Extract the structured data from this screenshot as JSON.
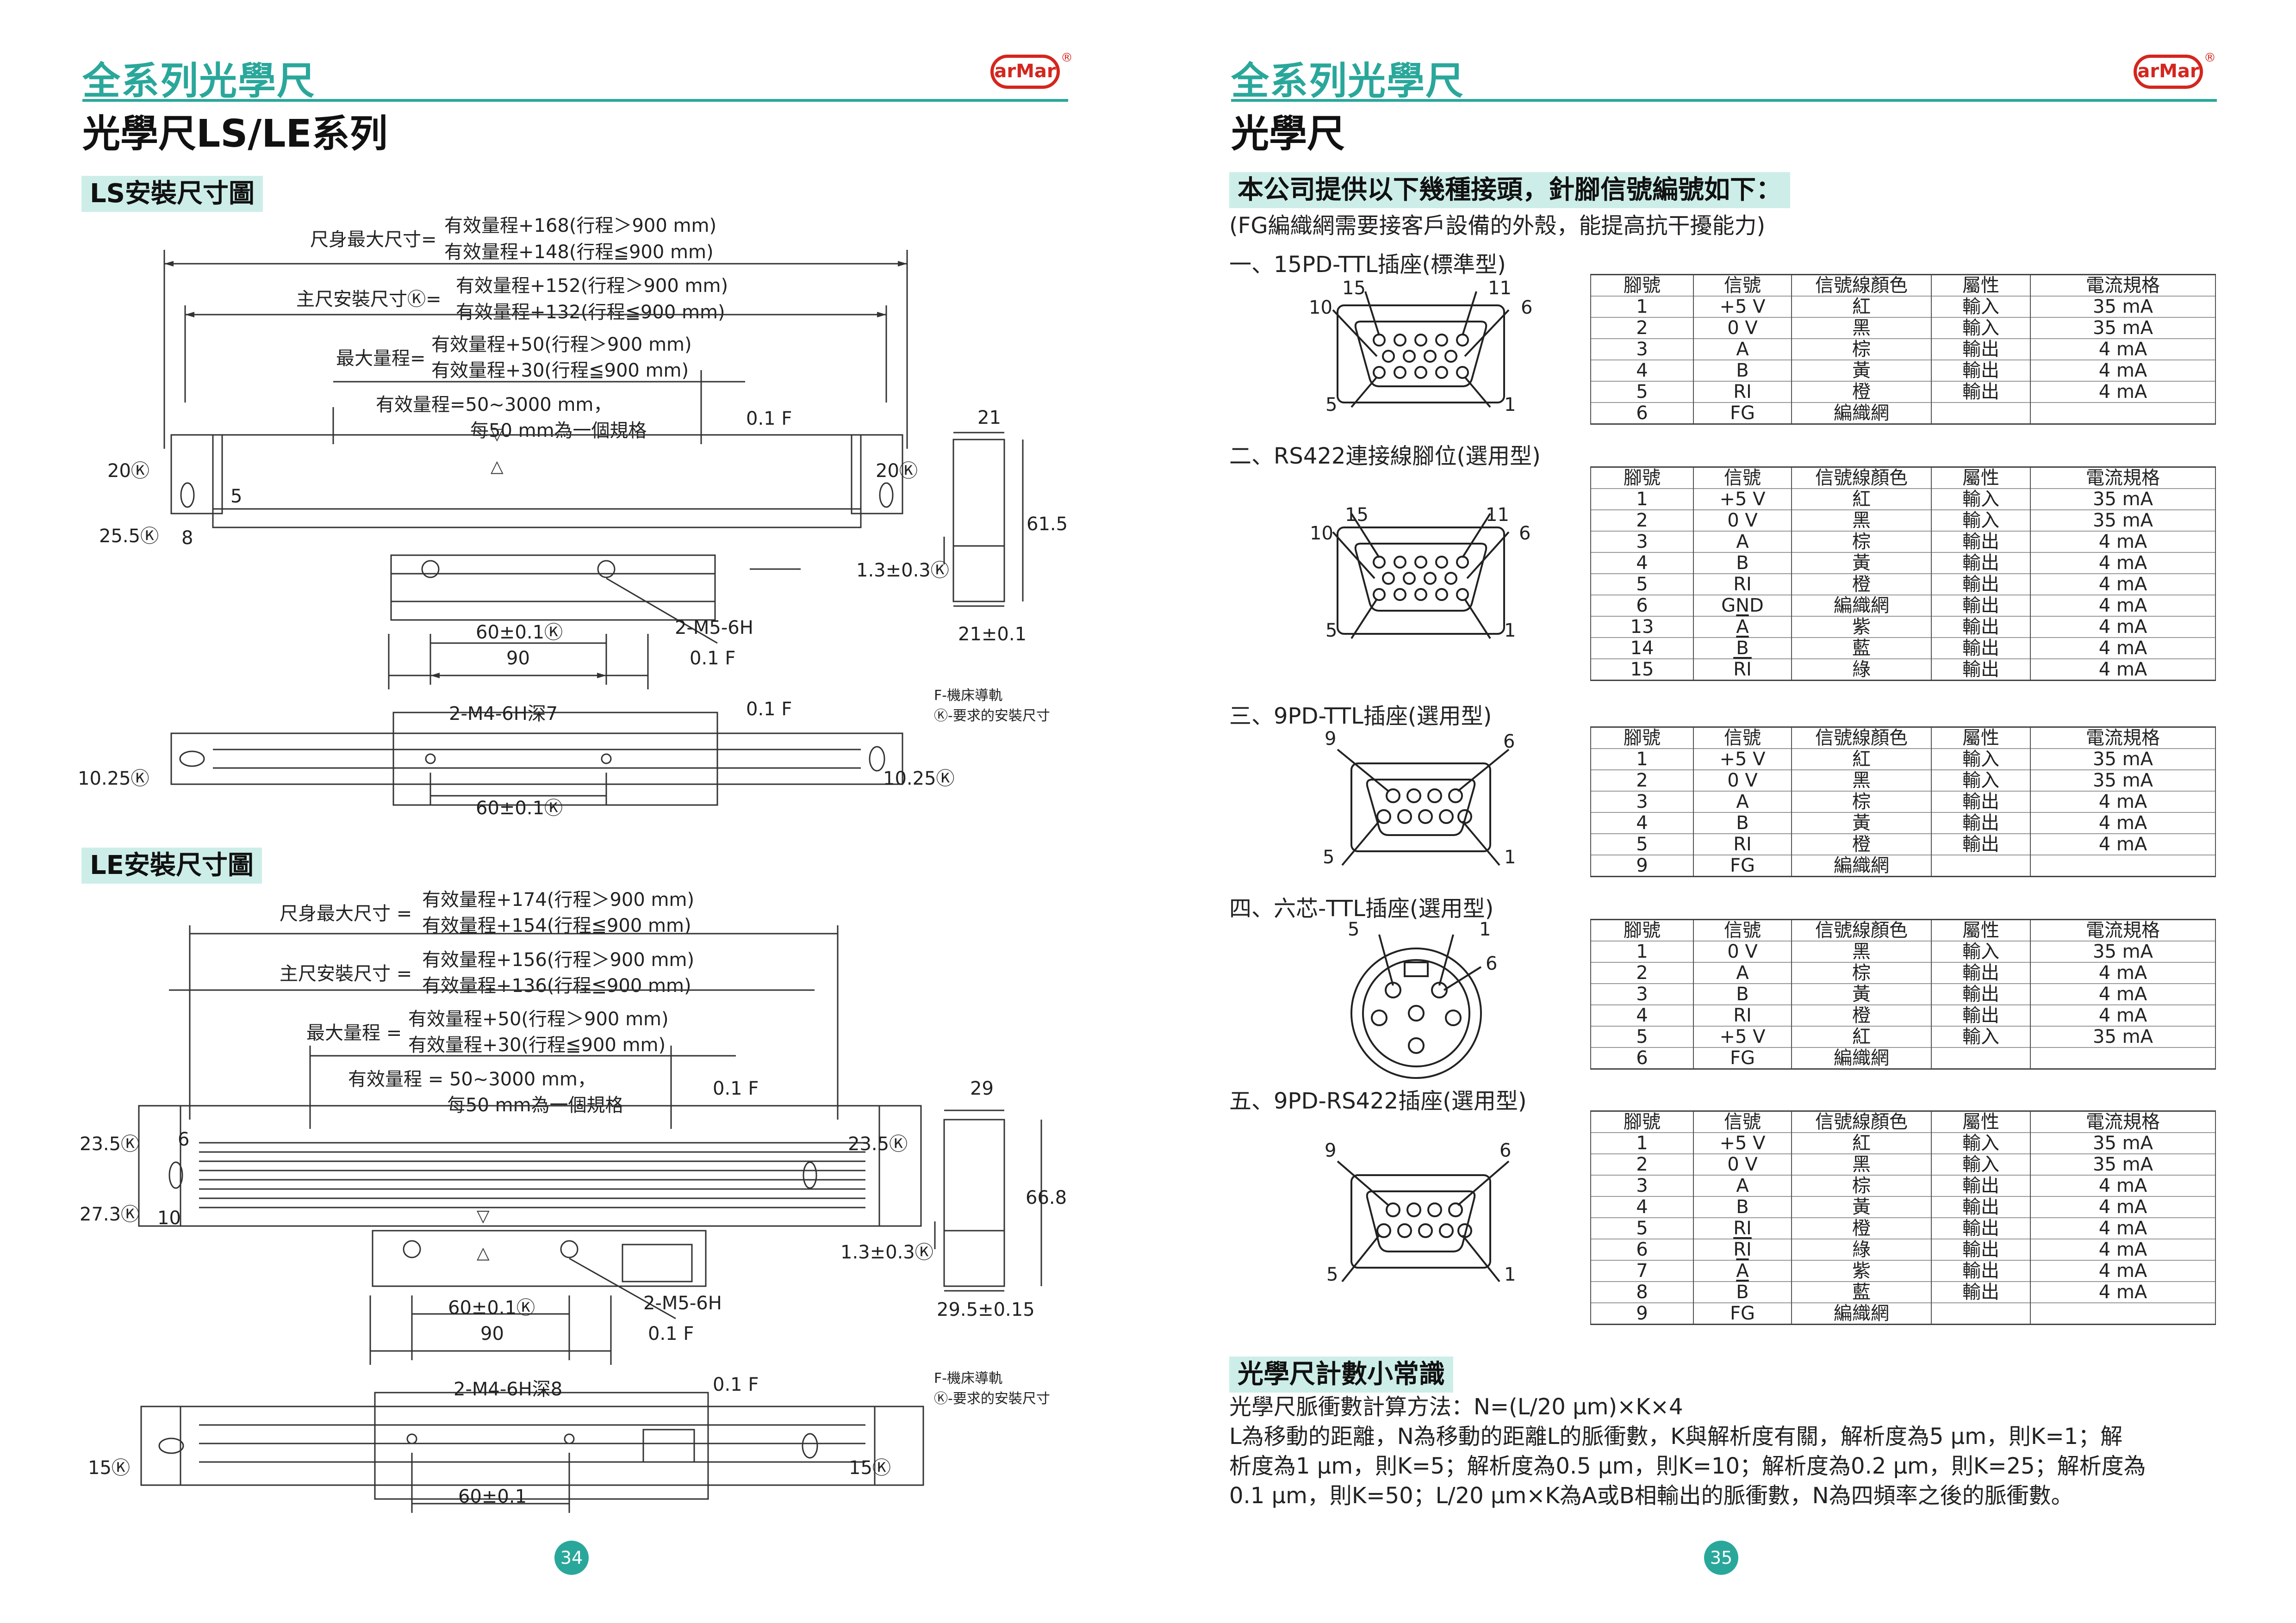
{
  "left": {
    "series_title": "全系列光學尺",
    "page_title": "光學尺LS/LE系列",
    "page_number": "34",
    "ls": {
      "section": "LS安裝尺寸圖",
      "max_len_label": "尺身最大尺寸=",
      "max_len_a": "有效量程+168(行程＞900 mm)",
      "max_len_b": "有效量程+148(行程≦900 mm)",
      "mount_label": "主尺安裝尺寸Ⓚ=",
      "mount_a": "有效量程+152(行程＞900 mm)",
      "mount_b": "有效量程+132(行程≦900 mm)",
      "range_label": "最大量程=",
      "range_a": "有效量程+50(行程＞900 mm)",
      "range_b": "有效量程+30(行程≦900 mm)",
      "eff_a": "有效量程=50~3000 mm，",
      "eff_b": "每50 mm為一個規格",
      "tol1": "0.1 F",
      "d20k_l": "20Ⓚ",
      "d5": "5",
      "d25": "25.5Ⓚ",
      "d8": "8",
      "d20k_r": "20Ⓚ",
      "d21": "21",
      "d61": "61.5",
      "d13": "1.3±0.3Ⓚ",
      "d21b": "21±0.1",
      "d60": "60±0.1Ⓚ",
      "d90": "90",
      "m5": "2-M5-6H",
      "tol2": "0.1 F",
      "m4": "2-M4-6H深7",
      "tol3": "0.1 F",
      "d1025l": "10.25Ⓚ",
      "d1025r": "10.25Ⓚ",
      "d60b": "60±0.1Ⓚ",
      "note1": "F-機床導軌",
      "note2": "Ⓚ-要求的安裝尺寸"
    },
    "le": {
      "section": "LE安裝尺寸圖",
      "max_len_label": "尺身最大尺寸 =",
      "max_len_a": "有效量程+174(行程＞900 mm)",
      "max_len_b": "有效量程+154(行程≦900 mm)",
      "mount_label": "主尺安裝尺寸 =",
      "mount_a": "有效量程+156(行程＞900 mm)",
      "mount_b": "有效量程+136(行程≦900 mm)",
      "range_label": "最大量程 =",
      "range_a": "有效量程+50(行程＞900 mm)",
      "range_b": "有效量程+30(行程≦900 mm)",
      "eff_a": "有效量程 = 50~3000 mm，",
      "eff_b": "每50 mm為一個規格",
      "tol1": "0.1 F",
      "d23l": "23.5Ⓚ",
      "d6": "6",
      "d27": "27.3Ⓚ",
      "d10": "10",
      "d23r": "23.5Ⓚ",
      "d29": "29",
      "d66": "66.8",
      "d13": "1.3±0.3Ⓚ",
      "d295": "29.5±0.15",
      "d60": "60±0.1Ⓚ",
      "d90": "90",
      "m5": "2-M5-6H",
      "tol2": "0.1 F",
      "m4": "2-M4-6H深8",
      "tol3": "0.1 F",
      "d15l": "15Ⓚ",
      "d15r": "15Ⓚ",
      "d60b": "60±0.1",
      "note1": "F-機床導軌",
      "note2": "Ⓚ-要求的安裝尺寸"
    }
  },
  "right": {
    "series_title": "全系列光學尺",
    "page_title": "光學尺",
    "page_number": "35",
    "section": "本公司提供以下幾種接頭，針腳信號編號如下：",
    "subnote": "(FG編織網需要接客戶設備的外殼，能提高抗干擾能力)",
    "headers": [
      "腳號",
      "信號",
      "信號線顏色",
      "屬性",
      "電流規格"
    ],
    "c1": {
      "title": "一、15PD-TTL插座(標準型)",
      "labels": {
        "a": "15",
        "b": "11",
        "c": "10",
        "d": "6",
        "e": "5",
        "f": "1"
      },
      "rows": [
        [
          "1",
          "+5 V",
          "紅",
          "輸入",
          "35 mA"
        ],
        [
          "2",
          "0 V",
          "黑",
          "輸入",
          "35 mA"
        ],
        [
          "3",
          "A",
          "棕",
          "輸出",
          "4 mA"
        ],
        [
          "4",
          "B",
          "黃",
          "輸出",
          "4 mA"
        ],
        [
          "5",
          "RI",
          "橙",
          "輸出",
          "4 mA"
        ],
        [
          "6",
          "FG",
          "編織網",
          "",
          ""
        ]
      ]
    },
    "c2": {
      "title": "二、RS422連接線腳位(選用型)",
      "labels": {
        "a": "15",
        "b": "11",
        "c": "10",
        "d": "6",
        "e": "5",
        "f": "1"
      },
      "rows": [
        [
          "1",
          "+5 V",
          "紅",
          "輸入",
          "35 mA"
        ],
        [
          "2",
          "0 V",
          "黑",
          "輸入",
          "35 mA"
        ],
        [
          "3",
          "A",
          "棕",
          "輸出",
          "4 mA"
        ],
        [
          "4",
          "B",
          "黃",
          "輸出",
          "4 mA"
        ],
        [
          "5",
          "RI",
          "橙",
          "輸出",
          "4 mA"
        ],
        [
          "6",
          "GND",
          "編織網",
          "輸出",
          "4 mA"
        ],
        [
          "13",
          "A",
          "紫",
          "輸出",
          "4 mA"
        ],
        [
          "14",
          "B",
          "藍",
          "輸出",
          "4 mA"
        ],
        [
          "15",
          "RI",
          "綠",
          "輸出",
          "4 mA"
        ]
      ]
    },
    "c3": {
      "title": "三、9PD-TTL插座(選用型)",
      "labels": {
        "a": "9",
        "b": "6",
        "e": "5",
        "f": "1"
      },
      "rows": [
        [
          "1",
          "+5 V",
          "紅",
          "輸入",
          "35 mA"
        ],
        [
          "2",
          "0 V",
          "黑",
          "輸入",
          "35 mA"
        ],
        [
          "3",
          "A",
          "棕",
          "輸出",
          "4 mA"
        ],
        [
          "4",
          "B",
          "黃",
          "輸出",
          "4 mA"
        ],
        [
          "5",
          "RI",
          "橙",
          "輸出",
          "4 mA"
        ],
        [
          "9",
          "FG",
          "編織網",
          "",
          ""
        ]
      ]
    },
    "c4": {
      "title": "四、六芯-TTL插座(選用型)",
      "labels": {
        "a": "5",
        "b": "1",
        "d": "6"
      },
      "rows": [
        [
          "1",
          "0 V",
          "黑",
          "輸入",
          "35 mA"
        ],
        [
          "2",
          "A",
          "棕",
          "輸出",
          "4 mA"
        ],
        [
          "3",
          "B",
          "黃",
          "輸出",
          "4 mA"
        ],
        [
          "4",
          "RI",
          "橙",
          "輸出",
          "4 mA"
        ],
        [
          "5",
          "+5 V",
          "紅",
          "輸入",
          "35 mA"
        ],
        [
          "6",
          "FG",
          "編織網",
          "",
          ""
        ]
      ]
    },
    "c5": {
      "title": "五、9PD-RS422插座(選用型)",
      "labels": {
        "a": "9",
        "b": "6",
        "e": "5",
        "f": "1"
      },
      "rows": [
        [
          "1",
          "+5 V",
          "紅",
          "輸入",
          "35 mA"
        ],
        [
          "2",
          "0 V",
          "黑",
          "輸入",
          "35 mA"
        ],
        [
          "3",
          "A",
          "棕",
          "輸出",
          "4 mA"
        ],
        [
          "4",
          "B",
          "黃",
          "輸出",
          "4 mA"
        ],
        [
          "5",
          "RI",
          "橙",
          "輸出",
          "4 mA"
        ],
        [
          "6",
          "RI",
          "綠",
          "輸出",
          "4 mA"
        ],
        [
          "7",
          "A",
          "紫",
          "輸出",
          "4 mA"
        ],
        [
          "8",
          "B",
          "藍",
          "輸出",
          "4 mA"
        ],
        [
          "9",
          "FG",
          "編織網",
          "",
          ""
        ]
      ]
    },
    "tips": {
      "section": "光學尺計數小常識",
      "formula": "光學尺脈衝數計算方法：N=(L/20 μm)×K×4",
      "p1": "L為移動的距離，N為移動的距離L的脈衝數，K與解析度有關，解析度為5 μm，則K=1；解",
      "p2": "析度為1 μm，則K=5；解析度為0.5 μm，則K=10；解析度為0.2 μm，則K=25；解析度為",
      "p3": "0.1 μm，則K=50；L/20 μm×K為A或B相輸出的脈衝數，N為四頻率之後的脈衝數。"
    }
  },
  "logo_text": "arMar",
  "logo_reg": "®",
  "colors": {
    "accent": "#2aa79b",
    "section_bg": "#cdeee8",
    "logo": "#d4261e"
  }
}
